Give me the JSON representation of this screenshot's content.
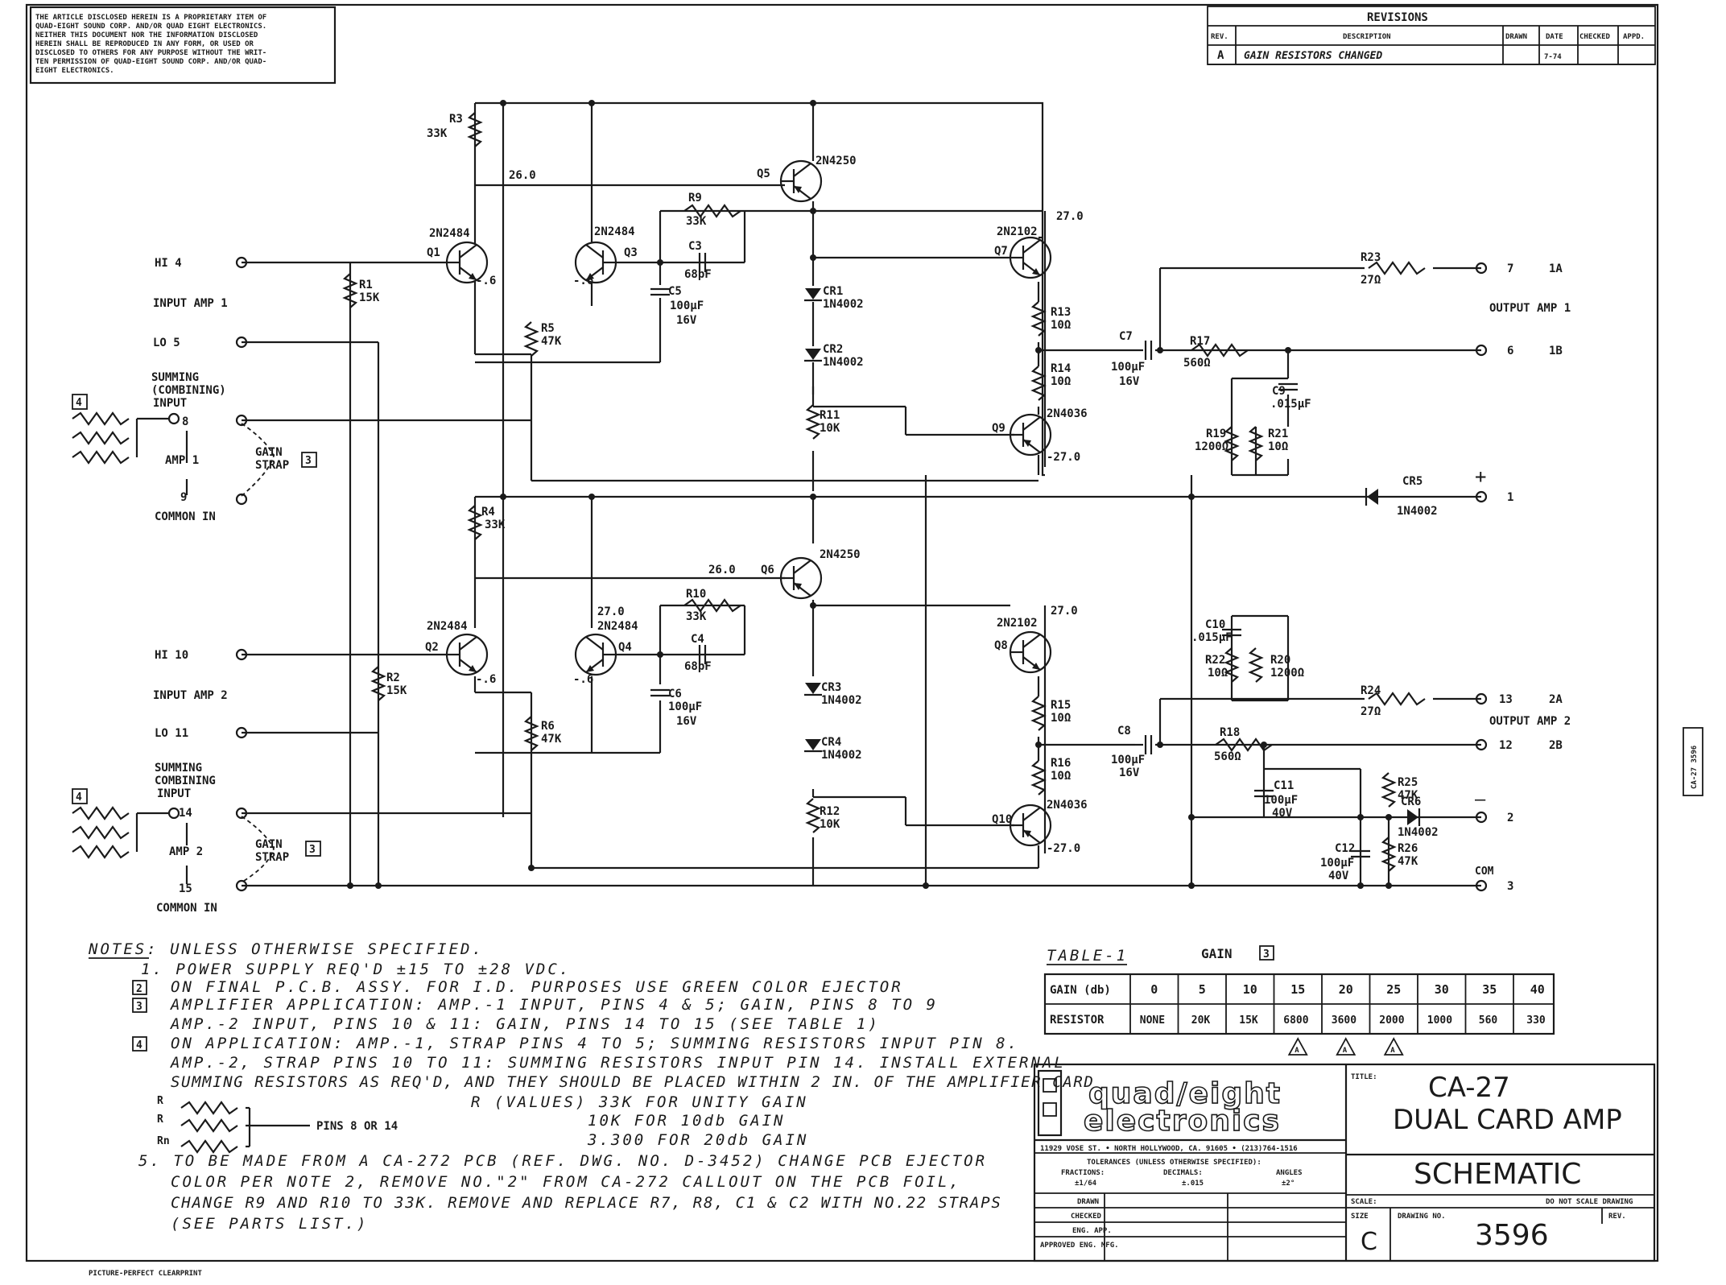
{
  "disclaimer": [
    "THE ARTICLE DISCLOSED HEREIN IS A PROPRIETARY ITEM OF",
    "QUAD-EIGHT SOUND CORP. AND/OR QUAD EIGHT ELECTRONICS.",
    "NEITHER THIS DOCUMENT NOR THE INFORMATION DISCLOSED",
    "HEREIN SHALL BE REPRODUCED IN ANY FORM, OR USED OR",
    "DISCLOSED TO OTHERS FOR ANY PURPOSE WITHOUT THE WRIT-",
    "TEN PERMISSION OF QUAD-EIGHT SOUND CORP. AND/OR QUAD-",
    "EIGHT ELECTRONICS."
  ],
  "revisions": {
    "title": "REVISIONS",
    "headers": [
      "REV.",
      "DESCRIPTION",
      "DRAWN",
      "DATE",
      "CHECKED",
      "APPD."
    ],
    "rows": [
      [
        "A",
        "GAIN RESISTORS CHANGED",
        "",
        "7-74",
        "",
        ""
      ]
    ]
  },
  "components": {
    "r3": [
      "R3",
      "33K"
    ],
    "r4": [
      "R4",
      "33K"
    ],
    "v26a": "26.0",
    "v26b": "26.0",
    "q5": [
      "Q5",
      "2N4250"
    ],
    "q6": [
      "Q6",
      "2N4250"
    ],
    "r9": [
      "R9",
      "33K"
    ],
    "r10": [
      "R10",
      "33K"
    ],
    "c3": [
      "C3",
      "68pF"
    ],
    "c4": [
      "C4",
      "68pF"
    ],
    "q1": [
      "2N2484",
      "Q1"
    ],
    "q3": [
      "2N2484",
      "Q3"
    ],
    "q2": [
      "2N2484",
      "Q2"
    ],
    "q4": [
      "27.0",
      "2N2484",
      "Q4"
    ],
    "c5": [
      "C5",
      "100µF",
      "16V"
    ],
    "c6": [
      "C6",
      "100µF",
      "16V"
    ],
    "r1": [
      "R1",
      "15K"
    ],
    "r2": [
      "R2",
      "15K"
    ],
    "r5": [
      "R5",
      "47K"
    ],
    "r6": [
      "R6",
      "47K"
    ],
    "cr1": [
      "CR1",
      "1N4002"
    ],
    "cr2": [
      "CR2",
      "1N4002"
    ],
    "cr3": [
      "CR3",
      "1N4002"
    ],
    "cr4": [
      "CR4",
      "1N4002"
    ],
    "r11": [
      "R11",
      "10K"
    ],
    "r12": [
      "R12",
      "10K"
    ],
    "q7": [
      "2N2102",
      "Q7"
    ],
    "q8": [
      "2N2102",
      "Q8"
    ],
    "v27a": "27.0",
    "v27b": "27.0",
    "r13": [
      "R13",
      "10Ω"
    ],
    "r14": [
      "R14",
      "10Ω"
    ],
    "r15": [
      "R15",
      "10Ω"
    ],
    "r16": [
      "R16",
      "10Ω"
    ],
    "q9": [
      "Q9",
      "2N4036",
      "-27.0"
    ],
    "q10": [
      "Q10",
      "2N4036",
      "-27.0"
    ],
    "c7": [
      "C7",
      "100µF",
      "16V"
    ],
    "c8": [
      "C8",
      "100µF",
      "16V"
    ],
    "r17": [
      "R17",
      "560Ω"
    ],
    "r18": [
      "R18",
      "560Ω"
    ],
    "r23": [
      "R23",
      "27Ω"
    ],
    "r24": [
      "R24",
      "27Ω"
    ],
    "c9": [
      "C9",
      ".015µF"
    ],
    "c10": [
      "C10",
      ".015µF"
    ],
    "r19": [
      "R19",
      "1200Ω"
    ],
    "r20": [
      "R20",
      "1200Ω"
    ],
    "r21": [
      "R21",
      "10Ω"
    ],
    "r22": [
      "R22",
      "10Ω"
    ],
    "cr5": [
      "CR5",
      "1N4002"
    ],
    "cr6": [
      "CR6",
      "1N4002"
    ],
    "c11": [
      "C11",
      "100µF",
      "40V"
    ],
    "c12": [
      "C12",
      "100µF",
      "40V"
    ],
    "r25": [
      "R25",
      "47K"
    ],
    "r26": [
      "R26",
      "47K"
    ],
    "neg6": "-.6"
  },
  "pins": {
    "hi4": "HI  4",
    "input_amp1": "INPUT  AMP 1",
    "lo5": "LO  5",
    "summing1": [
      "SUMMING",
      "(COMBINING)",
      "INPUT"
    ],
    "pin8": "8",
    "amp1": "AMP 1",
    "pin9": "9",
    "common1": "COMMON  IN",
    "gain_strap": [
      "GAIN",
      "STRAP"
    ],
    "hi10": "HI  10",
    "input_amp2": "INPUT  AMP 2",
    "lo11": "LO  11",
    "summing2": [
      "SUMMING",
      "COMBINING",
      "INPUT"
    ],
    "pin14": "14",
    "amp2": "AMP 2",
    "pin15": "15",
    "common2": "COMMON  IN",
    "out7": "7",
    "out1a": "1A",
    "output_amp1": "OUTPUT AMP 1",
    "out6": "6",
    "out1b": "1B",
    "plus": "+",
    "pwr1": "1",
    "out13": "13",
    "out2a": "2A",
    "output_amp2": "OUTPUT AMP 2",
    "out12": "12",
    "out2b": "2B",
    "minus": "—",
    "pwr2": "2",
    "com": "COM",
    "pwr3": "3",
    "box4": "4",
    "box3": "3"
  },
  "notes": [
    "NOTES:  UNLESS OTHERWISE SPECIFIED.",
    "1. POWER SUPPLY REQ'D ±15 TO ±28 VDC.",
    "ON FINAL P.C.B. ASSY. FOR I.D. PURPOSES USE GREEN COLOR EJECTOR",
    "AMPLIFIER APPLICATION: AMP.-1 INPUT, PINS 4 & 5; GAIN, PINS 8 TO 9",
    "AMP.-2 INPUT, PINS 10 & 11: GAIN, PINS 14 TO 15 (SEE TABLE 1)",
    "ON APPLICATION: AMP.-1, STRAP PINS 4 TO 5; SUMMING RESISTORS INPUT PIN 8.",
    "AMP.-2, STRAP PINS 10 TO 11: SUMMING RESISTORS INPUT PIN 14. INSTALL EXTERNAL",
    "SUMMING RESISTORS AS REQ'D, AND THEY SHOULD BE PLACED WITHIN 2 IN. OF THE AMPLIFIER CARD",
    "R (VALUES) 33K FOR UNITY GAIN",
    "10K FOR 10db GAIN",
    "3.300 FOR 20db GAIN",
    "5. TO BE MADE FROM A CA-272 PCB (REF. DWG. NO. D-3452) CHANGE PCB EJECTOR",
    "COLOR PER NOTE 2, REMOVE NO.\"2\" FROM CA-272 CALLOUT ON THE PCB FOIL,",
    "CHANGE R9 AND R10 TO 33K. REMOVE AND REPLACE R7, R8, C1 & C2 WITH NO.22 STRAPS",
    "(SEE PARTS LIST.)"
  ],
  "note_markers": [
    "2",
    "3",
    "4"
  ],
  "summing_diagram": {
    "r": "R",
    "rn": "Rn",
    "pins": "PINS 8 OR 14"
  },
  "table1": {
    "title": "TABLE-1",
    "gain_label": "GAIN",
    "gain_ref": "3",
    "headers": [
      "GAIN (db)",
      "0",
      "5",
      "10",
      "15",
      "20",
      "25",
      "30",
      "35",
      "40"
    ],
    "row": [
      "RESISTOR",
      "NONE",
      "20K",
      "15K",
      "6800",
      "3600",
      "2000",
      "1000",
      "560",
      "330"
    ],
    "rev_marks": [
      "A",
      "A",
      "A"
    ]
  },
  "title_block": {
    "logo": [
      "quad/eight",
      "electronics"
    ],
    "address": "11929 VOSE ST. • NORTH HOLLYWOOD, CA. 91605 • (213)764-1516",
    "tolerances": "TOLERANCES (UNLESS OTHERWISE SPECIFIED):",
    "tol_cols": [
      "FRACTIONS:",
      "DECIMALS:",
      "ANGLES"
    ],
    "tol_vals": [
      "±1/64",
      "±.015",
      "±2°"
    ],
    "sign_rows": [
      "DRAWN",
      "CHECKED",
      "ENG. APP.",
      "APPROVED ENG. MFG."
    ],
    "title_label": "TITLE:",
    "title1": "CA-27",
    "title2": "DUAL CARD  AMP",
    "scale_label": "SCALE:",
    "no_scale": "DO NOT SCALE DRAWING",
    "subtitle": "SCHEMATIC",
    "size_label": "SIZE",
    "size": "C",
    "dwg_label": "DRAWING NO.",
    "drawing_no": "3596",
    "rev_label": "REV."
  },
  "footer": "PICTURE-PERFECT CLEARPRINT",
  "side_stamp": "CA-27 3596"
}
